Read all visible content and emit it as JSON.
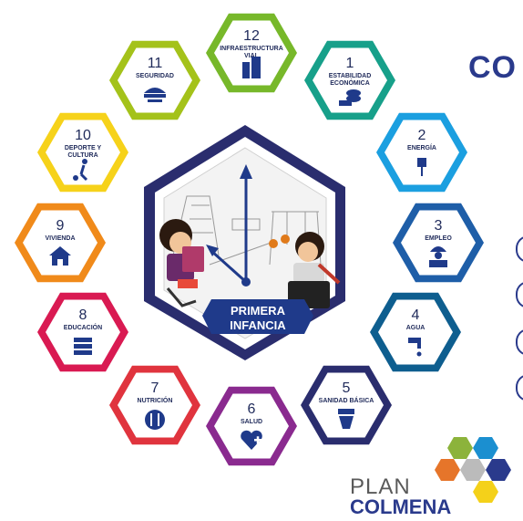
{
  "title_fragment": "CO",
  "center": {
    "line1": "PRIMERA",
    "line2": "INFANCIA"
  },
  "logo": {
    "plan": "PLAN",
    "colmena": "COLMENA"
  },
  "items": [
    {
      "num": "12",
      "l1": "INFRAESTRUCTURA",
      "l2": "VIAL",
      "color": "#77b82a",
      "icon": "buildings-icon"
    },
    {
      "num": "1",
      "l1": "ESTABILIDAD",
      "l2": "ECONÓMICA",
      "color": "#17a08a",
      "icon": "money-hand-icon"
    },
    {
      "num": "2",
      "l1": "ENERGÍA",
      "l2": "",
      "color": "#1b9fe0",
      "icon": "plug-icon"
    },
    {
      "num": "3",
      "l1": "EMPLEO",
      "l2": "",
      "color": "#1e5ea8",
      "icon": "worker-icon"
    },
    {
      "num": "4",
      "l1": "AGUA",
      "l2": "",
      "color": "#0e5e8f",
      "icon": "faucet-icon"
    },
    {
      "num": "5",
      "l1": "SANIDAD BÁSICA",
      "l2": "",
      "color": "#2a2d6e",
      "icon": "toilet-icon"
    },
    {
      "num": "6",
      "l1": "SALUD",
      "l2": "",
      "color": "#8a2a8f",
      "icon": "health-heart-icon"
    },
    {
      "num": "7",
      "l1": "NUTRICIÓN",
      "l2": "",
      "color": "#e0343e",
      "icon": "cutlery-icon"
    },
    {
      "num": "8",
      "l1": "EDUCACIÓN",
      "l2": "",
      "color": "#d91a52",
      "icon": "books-icon"
    },
    {
      "num": "9",
      "l1": "VIVIENDA",
      "l2": "",
      "color": "#f08a1a",
      "icon": "house-icon"
    },
    {
      "num": "10",
      "l1": "DEPORTE Y",
      "l2": "CULTURA",
      "color": "#f6d21a",
      "icon": "soccer-player-icon"
    },
    {
      "num": "11",
      "l1": "SEGURIDAD",
      "l2": "",
      "color": "#a4c21a",
      "icon": "police-cap-icon"
    }
  ]
}
